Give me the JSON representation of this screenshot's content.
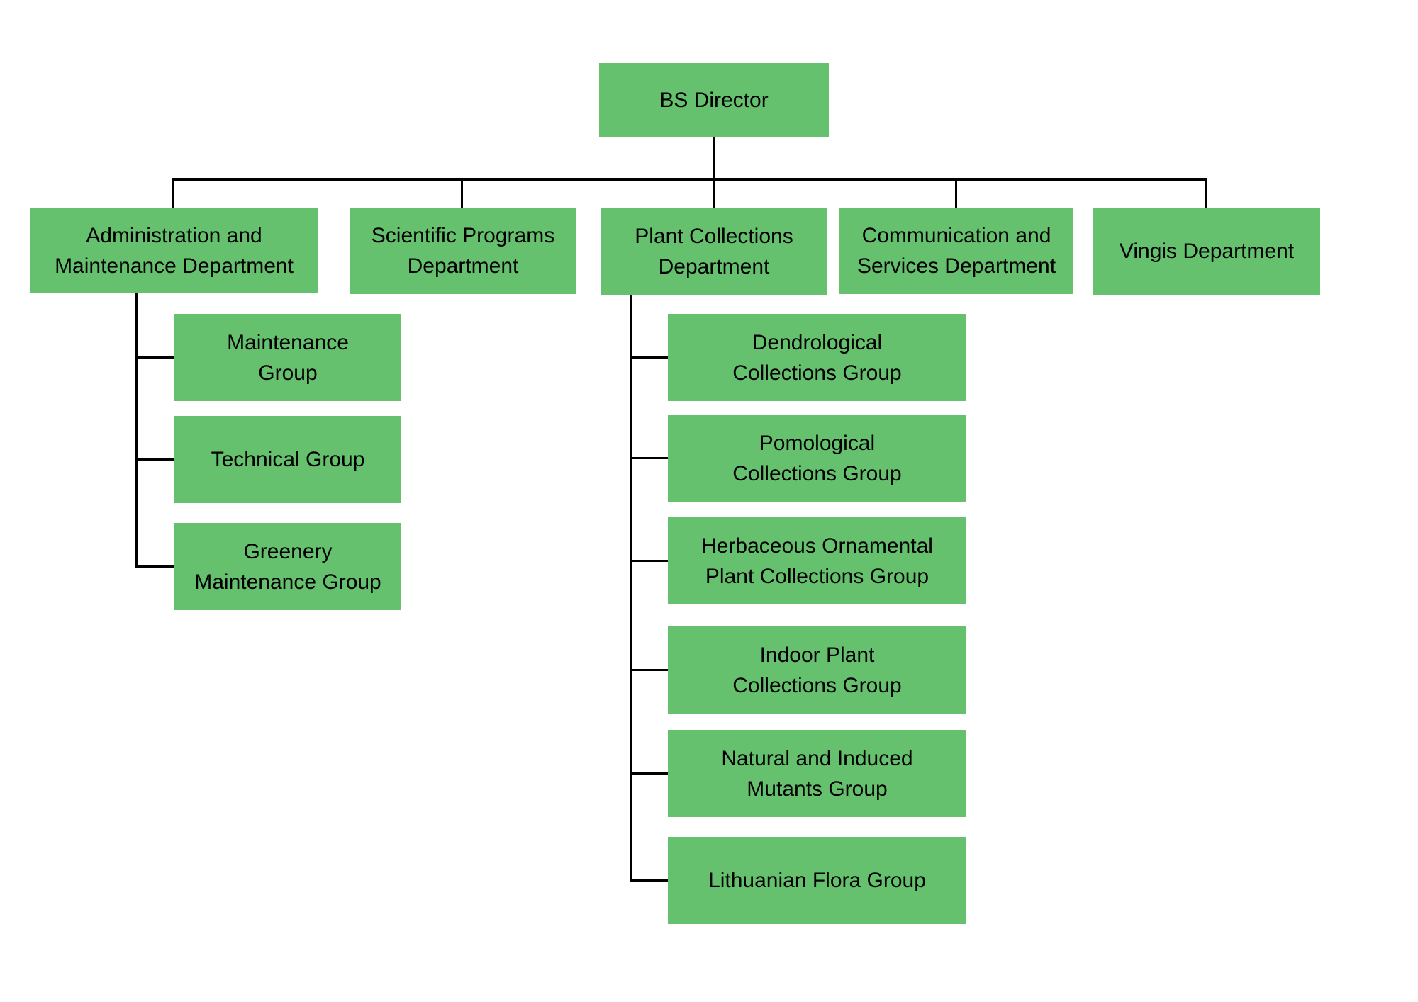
{
  "colors": {
    "node_fill": "#66c16e",
    "connector": "#000000",
    "text": "#000000",
    "background": "#ffffff"
  },
  "org_chart": {
    "root": {
      "label": "BS Director"
    },
    "departments": [
      {
        "label": "Administration and\nMaintenance Department",
        "children": [
          {
            "label": "Maintenance\nGroup"
          },
          {
            "label": "Technical Group"
          },
          {
            "label": "Greenery\nMaintenance Group"
          }
        ]
      },
      {
        "label": "Scientific Programs\nDepartment",
        "children": []
      },
      {
        "label": "Plant Collections\nDepartment",
        "children": [
          {
            "label": "Dendrological\nCollections Group"
          },
          {
            "label": "Pomological\nCollections Group"
          },
          {
            "label": "Herbaceous Ornamental\nPlant Collections Group"
          },
          {
            "label": "Indoor Plant\nCollections Group"
          },
          {
            "label": "Natural and Induced\nMutants Group"
          },
          {
            "label": "Lithuanian Flora Group"
          }
        ]
      },
      {
        "label": "Communication and\nServices Department",
        "children": []
      },
      {
        "label": "Vingis Department",
        "children": []
      }
    ]
  }
}
